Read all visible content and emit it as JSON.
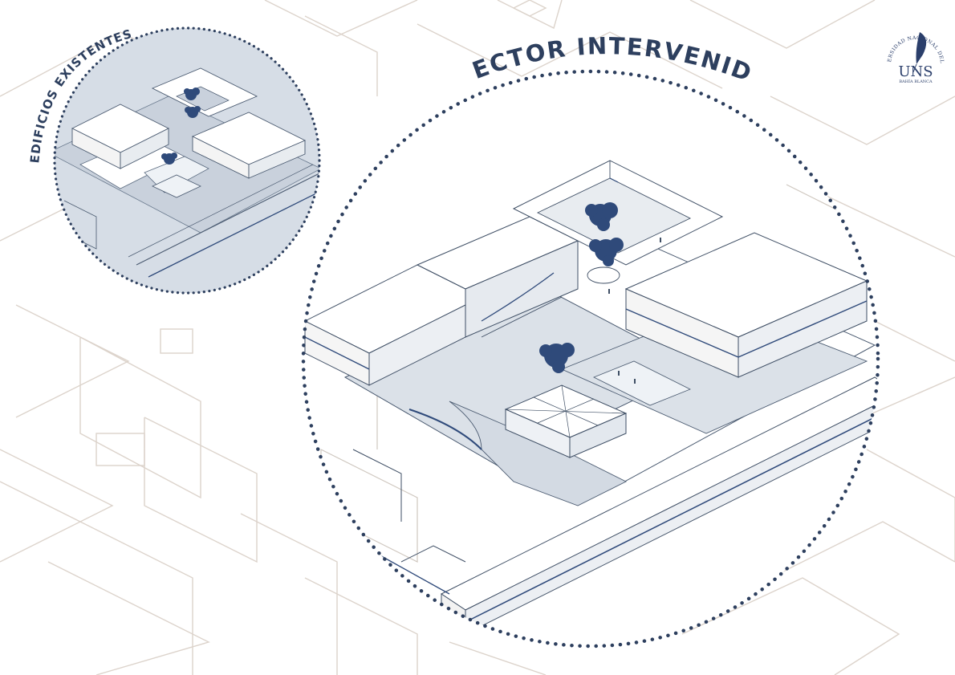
{
  "labels": {
    "main_title": "SECTOR INTERVENIDO",
    "inset_title": "EDIFICIOS EXISTENTES"
  },
  "logo": {
    "acronym": "UNS",
    "ring_text": "UNIVERSIDAD NACIONAL DEL SUR",
    "city": "BAHÍA BLANCA",
    "icon": "quill-pen-icon"
  },
  "colors": {
    "ink": "#2d3f5e",
    "context_lines": "#dcd3cb",
    "site_fill": "#dbe1e8",
    "inset_fill": "#d6dde6",
    "accent_blue": "#2f4a7a",
    "logo_blue": "#2b3f6b"
  }
}
